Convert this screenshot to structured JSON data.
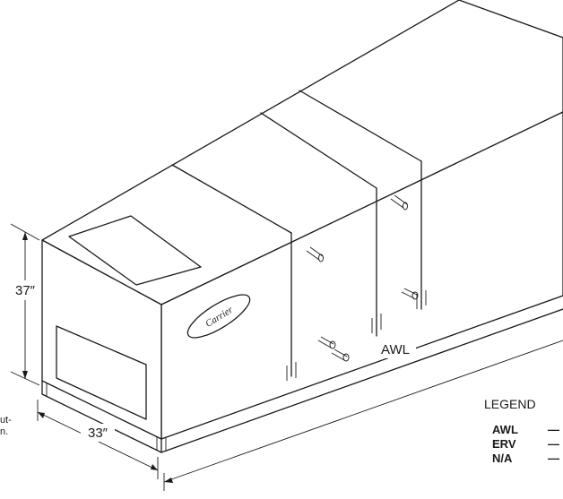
{
  "diagram": {
    "dimensions": {
      "height_label": "37″",
      "width_label": "33″",
      "length_label": "AWL"
    },
    "logo_text": "Carrier",
    "legend": {
      "title": "LEGEND",
      "entries": [
        {
          "key": "AWL",
          "dash": "—"
        },
        {
          "key": "ERV",
          "dash": "—"
        },
        {
          "key": "N/A",
          "dash": "—"
        }
      ]
    },
    "note_fragments": [
      "ut-",
      "n."
    ]
  }
}
